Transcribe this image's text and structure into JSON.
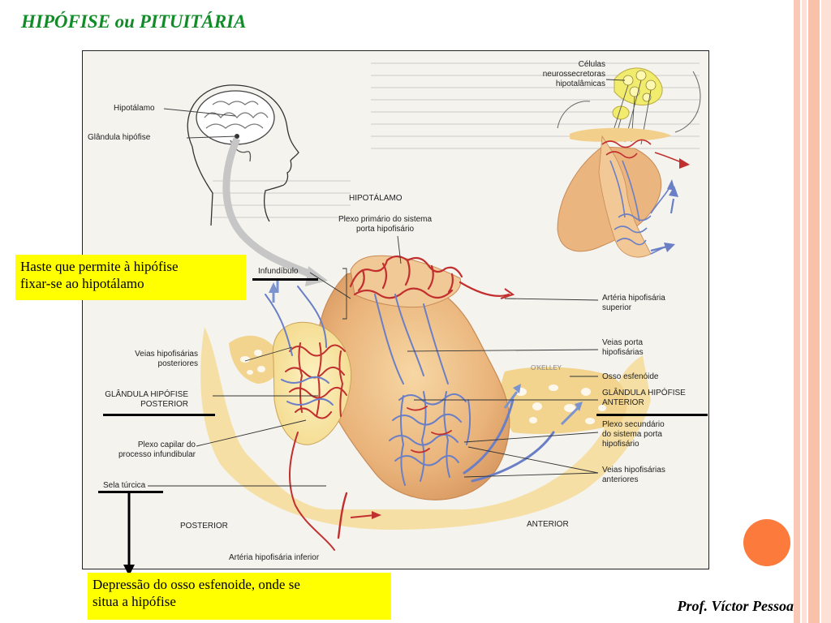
{
  "slide": {
    "title": "HIPÓFISE ou PITUITÁRIA",
    "author": "Prof. Víctor Pessoa",
    "colors": {
      "title": "#128c28",
      "highlight": "#ffff00",
      "stripe": "#f9c9b5",
      "dot": "#fb7a3c"
    }
  },
  "notes": {
    "infundibulum": [
      "Haste que permite à hipófise",
      "fixar-se ao hipotálamo"
    ],
    "sella": [
      "Depressão do osso esfenoide, onde se",
      "situa a hipófise"
    ]
  },
  "figure": {
    "labels": {
      "hipotalamo_head": "Hipotálamo",
      "glandula_hipofise": "Glândula hipófise",
      "celulas": [
        "Células",
        "neurossecretoras",
        "hipotalâmicas"
      ],
      "hipotalamo": "HIPOTÁLAMO",
      "plexo_primario": [
        "Plexo primário do sistema",
        "porta hipofisário"
      ],
      "infundibulo": "Infundíbulo",
      "arteria_superior": [
        "Artéria hipofisária",
        "superior"
      ],
      "veias_posteriores": [
        "Veias hipofisárias",
        "posteriores"
      ],
      "veias_porta": [
        "Veias porta",
        "hipofisárias"
      ],
      "osso_esfenoide": "Osso esfenóide",
      "glandula_posterior": [
        "GLÂNDULA HIPÓFISE",
        "POSTERIOR"
      ],
      "glandula_anterior": [
        "GLÂNDULA HIPÓFISE",
        "ANTERIOR"
      ],
      "plexo_secundario": [
        "Plexo secundário",
        "do sistema porta",
        "hipofisário"
      ],
      "plexo_capilar": [
        "Plexo capilar do",
        "processo infundibular"
      ],
      "veias_anteriores": [
        "Veias hipofisárias",
        "anteriores"
      ],
      "sela_turcica": "Sela túrcica",
      "posterior": "POSTERIOR",
      "anterior": "ANTERIOR",
      "arteria_inferior": "Artéria hipofisária inferior",
      "artist_mark": "O'KELLEY"
    }
  }
}
